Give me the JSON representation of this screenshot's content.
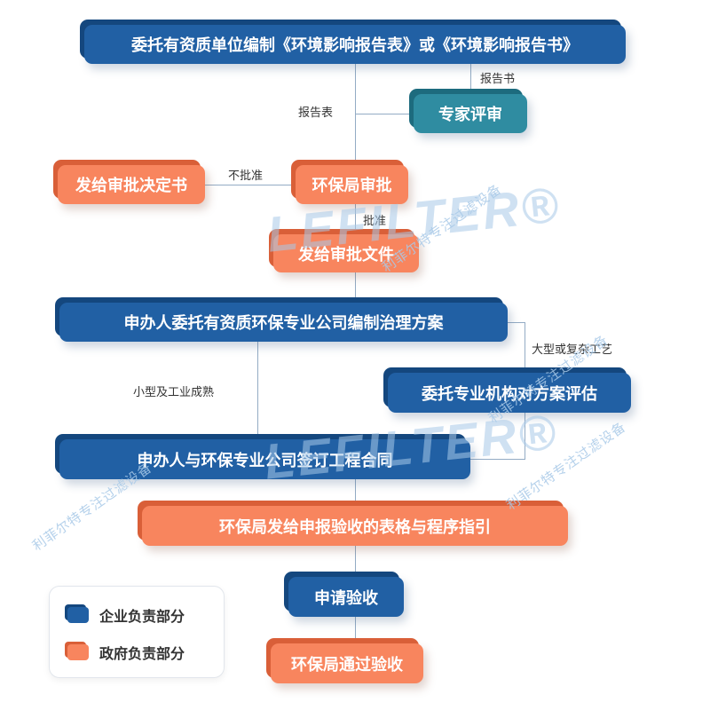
{
  "nodes": {
    "top": {
      "label": "委托有资质单位编制《环境影响报告表》或《环境影响报告书》"
    },
    "expert": {
      "label": "专家评审"
    },
    "decision": {
      "label": "发给审批决定书"
    },
    "epb_review": {
      "label": "环保局审批"
    },
    "issue_doc": {
      "label": "发给审批文件"
    },
    "plan": {
      "label": "申办人委托有资质环保专业公司编制治理方案"
    },
    "evaluate": {
      "label": "委托专业机构对方案评估"
    },
    "contract": {
      "label": "申办人与环保专业公司签订工程合同"
    },
    "guide": {
      "label": "环保局发给申报验收的表格与程序指引"
    },
    "apply": {
      "label": "申请验收"
    },
    "pass": {
      "label": "环保局通过验收"
    }
  },
  "edge_labels": {
    "report_form": "报告表",
    "report_book": "报告书",
    "not_approved": "不批准",
    "approved": "批准",
    "large_complex": "大型或复杂工艺",
    "small_mature": "小型及工业成熟"
  },
  "legend": {
    "items": [
      {
        "label": "企业负责部分",
        "color": "#2160a4"
      },
      {
        "label": "政府负责部分",
        "color": "#f8855e"
      }
    ]
  },
  "watermark": {
    "brand": "LEFILTER®",
    "slogan": "利菲尔特专注过滤设备"
  },
  "colors": {
    "blue": "#2160a4",
    "blue_shadow": "#14477e",
    "orange": "#f8855e",
    "orange_shadow": "#d95f38",
    "teal": "#2f8ca1",
    "teal_shadow": "#1d6b7e",
    "connector": "#93abc4",
    "watermark": "#a8c9e7"
  }
}
